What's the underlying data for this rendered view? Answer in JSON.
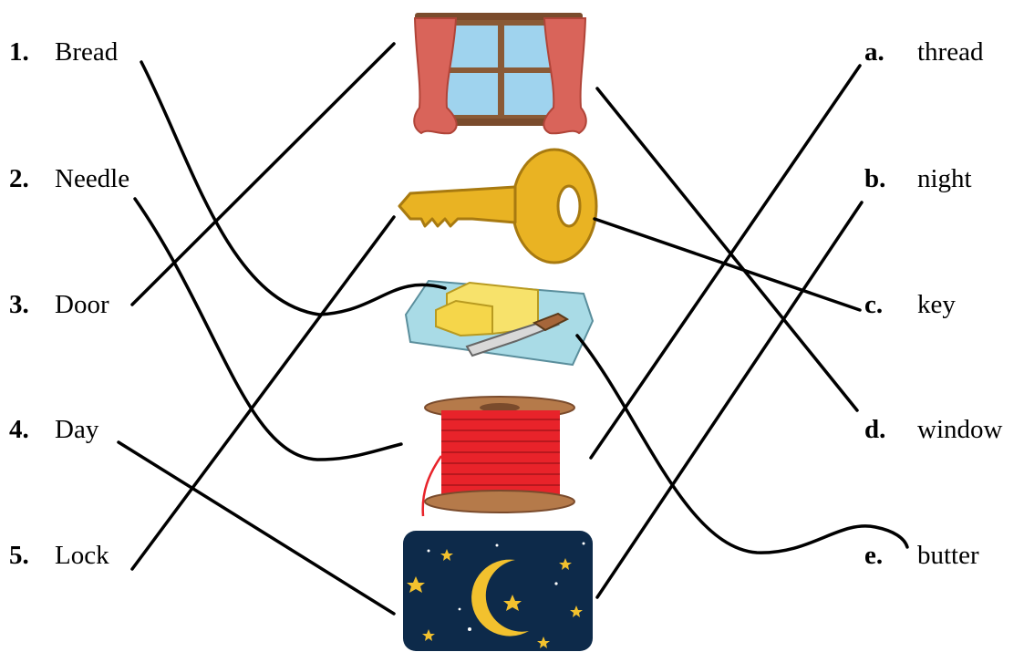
{
  "left_items": [
    {
      "number": "1.",
      "word": "Bread"
    },
    {
      "number": "2.",
      "word": "Needle"
    },
    {
      "number": "3.",
      "word": "Door"
    },
    {
      "number": "4.",
      "word": "Day"
    },
    {
      "number": "5.",
      "word": "Lock"
    }
  ],
  "right_items": [
    {
      "letter": "a.",
      "word": "thread"
    },
    {
      "letter": "b.",
      "word": "night"
    },
    {
      "letter": "c.",
      "word": "key"
    },
    {
      "letter": "d.",
      "word": "window"
    },
    {
      "letter": "e.",
      "word": "butter"
    }
  ],
  "pictures": [
    "window-icon",
    "key-icon",
    "butter-icon",
    "thread-spool-icon",
    "night-moon-icon"
  ],
  "colors": {
    "line": "#000000",
    "night_sky": "#0d2a4a",
    "moon": "#f2c12e",
    "thread": "#e8232a",
    "spool": "#b57a4a",
    "curtain": "#d9645a",
    "window_glass": "#9fd3ee",
    "key": "#e9b323",
    "butter": "#f7e26b",
    "plate": "#a9dbe6"
  }
}
